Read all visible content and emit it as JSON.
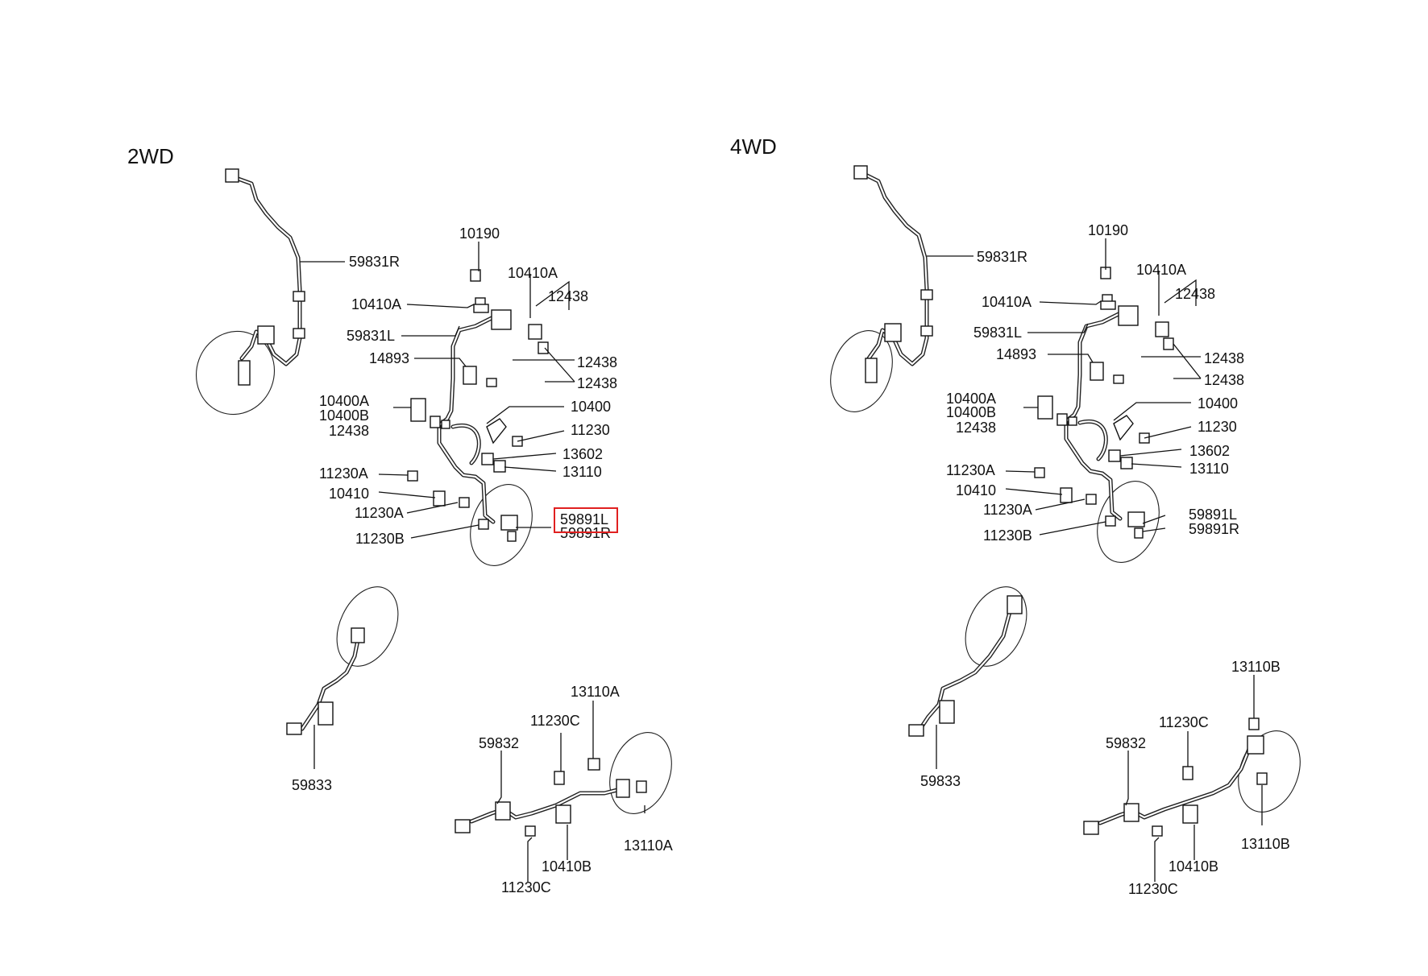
{
  "sections": {
    "left_title": "2WD",
    "right_title": "4WD"
  },
  "parts": {
    "p59831R": "59831R",
    "p10190": "10190",
    "p10410A": "10410A",
    "p12438": "12438",
    "p59831L": "59831L",
    "p14893": "14893",
    "p10400A": "10400A",
    "p10400B": "10400B",
    "p10400": "10400",
    "p11230": "11230",
    "p13602": "13602",
    "p13110": "13110",
    "p11230A": "11230A",
    "p10410": "10410",
    "p11230B": "11230B",
    "p59891L": "59891L",
    "p59891R": "59891R",
    "p59833": "59833",
    "p59832": "59832",
    "p11230C": "11230C",
    "p13110A": "13110A",
    "p13110B": "13110B",
    "p10410B": "10410B"
  },
  "highlight": {
    "part": "59891L",
    "color": "#e02020"
  }
}
